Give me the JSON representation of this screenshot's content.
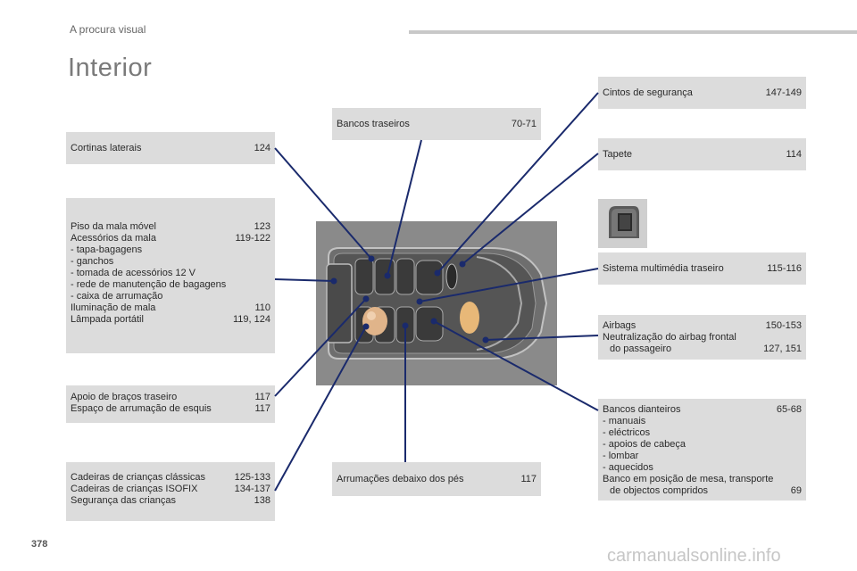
{
  "header": {
    "section": "A procura visual"
  },
  "title": "Interior",
  "boxes": {
    "cortinas": {
      "label": "Cortinas laterais",
      "page": "124"
    },
    "bancos_traseiros": {
      "label": "Bancos traseiros",
      "page": "70-71"
    },
    "mala": {
      "piso": {
        "label": "Piso da mala móvel",
        "page": "123"
      },
      "acessorios": {
        "label": "Acessórios da mala",
        "page": "119-122"
      },
      "items": [
        "-  tapa-bagagens",
        "-  ganchos",
        "-  tomada de acessórios 12 V",
        "-  rede de manutenção de bagagens",
        "-  caixa de arrumação"
      ],
      "iluminacao": {
        "label": "Iluminação de mala",
        "page": "110"
      },
      "lampada": {
        "label": "Lâmpada portátil",
        "page": "119, 124"
      }
    },
    "apoio": {
      "bracos": {
        "label": "Apoio de braços traseiro",
        "page": "117"
      },
      "esquis": {
        "label": "Espaço de arrumação de esquis",
        "page": "117"
      }
    },
    "criancas": {
      "classicas": {
        "label": "Cadeiras de crianças clássicas",
        "page": "125-133"
      },
      "isofix": {
        "label": "Cadeiras de crianças ISOFIX",
        "page": "134-137"
      },
      "seguranca": {
        "label": "Segurança das crianças",
        "page": "138"
      }
    },
    "arrumacoes": {
      "label": "Arrumações debaixo dos pés",
      "page": "117"
    },
    "cintos": {
      "label": "Cintos de segurança",
      "page": "147-149"
    },
    "tapete": {
      "label": "Tapete",
      "page": "114"
    },
    "multimedia": {
      "label": "Sistema multimédia traseiro",
      "page": "115-116"
    },
    "airbags": {
      "airbags": {
        "label": "Airbags",
        "page": "150-153"
      },
      "neutral_line1": "Neutralização do airbag frontal",
      "neutral_line2": {
        "label": "do passageiro",
        "page": "127, 151"
      }
    },
    "dianteiros": {
      "title": {
        "label": "Bancos dianteiros",
        "page": "65-68"
      },
      "items": [
        "-  manuais",
        "-  eléctricos",
        "-  apoios de cabeça",
        "-  lombar",
        "-  aquecidos"
      ],
      "mesa_line1": "Banco em posição de mesa, transporte",
      "mesa_line2": {
        "label": "de objectos compridos",
        "page": "69"
      }
    }
  },
  "footer": {
    "page_number": "378",
    "watermark": "carmanualsonline.info"
  },
  "colors": {
    "box_bg": "#dcdcdc",
    "leader_line": "#1a2a6c",
    "car_bg": "#8a8a8a"
  }
}
